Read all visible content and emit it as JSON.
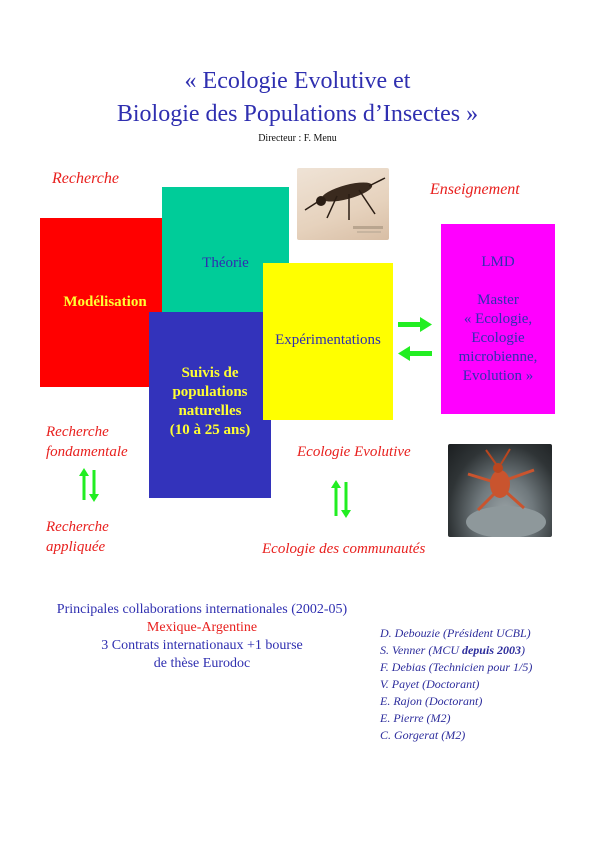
{
  "header": {
    "title_line1": "« Ecologie Evolutive et",
    "title_line2": "Biologie des Populations d’Insectes »",
    "director": "Directeur : F. Menu"
  },
  "labels": {
    "recherche": "Recherche",
    "enseignement": "Enseignement",
    "recherche_fondamentale_1": "Recherche",
    "recherche_fondamentale_2": "fondamentale",
    "recherche_appliquee_1": "Recherche",
    "recherche_appliquee_2": "appliquée",
    "ecologie_evolutive": "Ecologie Evolutive",
    "ecologie_communautes": "Ecologie des communautés"
  },
  "boxes": {
    "modelisation": "Modélisation",
    "theorie": "Théorie",
    "experimentations": "Expérimentations",
    "suivis": [
      "Suivis de",
      "populations",
      "naturelles",
      "(10 à 25 ans)"
    ],
    "lmd": [
      "LMD",
      "",
      "Master",
      "« Ecologie,",
      "Ecologie",
      "microbienne,",
      "Evolution »"
    ]
  },
  "collaborations": {
    "heading": "Principales collaborations internationales (2002-05)",
    "countries": "Mexique-Argentine",
    "contracts_1": "3 Contrats internationaux +1 bourse",
    "contracts_2": "de thèse Eurodoc"
  },
  "staff": [
    {
      "text": "D. Debouzie (Président UCBL)",
      "bold": ""
    },
    {
      "text": "S. Venner (MCU ",
      "bold": "depuis 2003",
      "tail": ")"
    },
    {
      "text": "F. Debias (Technicien pour 1/5)",
      "bold": ""
    },
    {
      "text": "V. Payet (Doctorant)",
      "bold": ""
    },
    {
      "text": "E. Rajon (Doctorant)",
      "bold": ""
    },
    {
      "text": "E. Pierre (M2)",
      "bold": ""
    },
    {
      "text": "C. Gorgerat (M2)",
      "bold": ""
    }
  ],
  "colors": {
    "title_blue": "#2f2fb0",
    "label_red": "#e8201e",
    "modelisation_bg": "#ff0000",
    "theorie_bg": "#00cc99",
    "suivis_bg": "#3333bb",
    "experimentations_bg": "#ffff00",
    "lmd_bg": "#ff00ff",
    "arrow_green": "#22ee22"
  }
}
